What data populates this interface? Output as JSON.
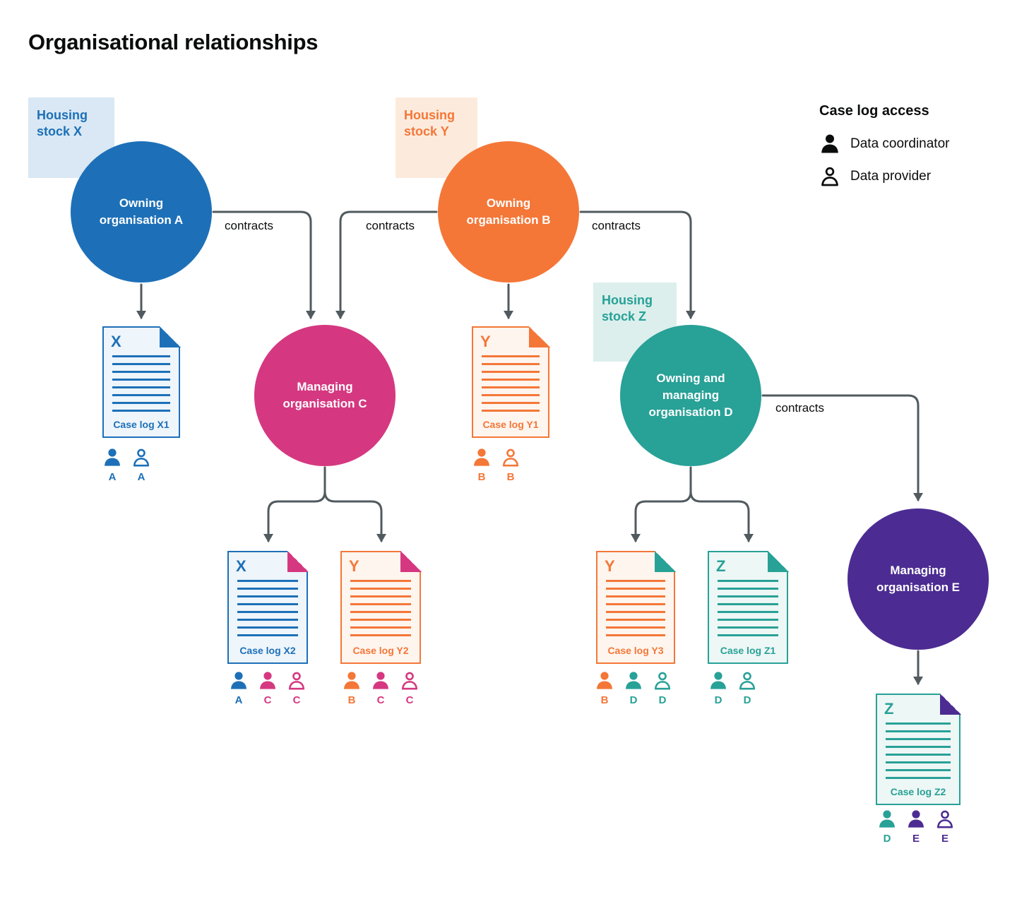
{
  "title": "Organisational relationships",
  "legend": {
    "title": "Case log access",
    "items": [
      {
        "icon": "person-filled",
        "label": "Data coordinator"
      },
      {
        "icon": "person-outline",
        "label": "Data provider"
      }
    ]
  },
  "labels": {
    "contracts": "contracts"
  },
  "colors": {
    "blue": "#1d70b8",
    "orange": "#f47738",
    "pink": "#d53880",
    "teal": "#28a197",
    "purple": "#4c2c92",
    "arrow": "#505a5f",
    "text": "#0b0c0c",
    "blue_light": "#d9e8f4",
    "orange_light": "#fcebdd",
    "teal_light": "#dcefec",
    "doc_blue_bg": "#eef5fb",
    "doc_orange_bg": "#fef5ee",
    "doc_teal_bg": "#edf7f5"
  },
  "housing_stocks": [
    {
      "label": "Housing stock X",
      "color_key": "blue"
    },
    {
      "label": "Housing stock Y",
      "color_key": "orange"
    },
    {
      "label": "Housing stock Z",
      "color_key": "teal"
    }
  ],
  "organisations": [
    {
      "id": "A",
      "label": "Owning organisation A",
      "color_key": "blue"
    },
    {
      "id": "B",
      "label": "Owning organisation B",
      "color_key": "orange"
    },
    {
      "id": "C",
      "label": "Managing organisation C",
      "color_key": "pink"
    },
    {
      "id": "D",
      "label": "Owning and managing organisation D",
      "color_key": "teal"
    },
    {
      "id": "E",
      "label": "Managing organisation E",
      "color_key": "purple"
    }
  ],
  "contracts": [
    {
      "from": "Owning organisation A",
      "to": "Managing organisation C"
    },
    {
      "from": "Owning organisation B",
      "to": "Managing organisation C"
    },
    {
      "from": "Owning organisation B",
      "to": "Owning and managing organisation D"
    },
    {
      "from": "Owning and managing organisation D",
      "to": "Managing organisation E"
    }
  ],
  "case_logs": [
    {
      "letter": "X",
      "label": "Case log X1",
      "color_key": "blue",
      "fold_key": "blue",
      "access": [
        {
          "role": "Data coordinator",
          "letter": "A",
          "color_key": "blue"
        },
        {
          "role": "Data provider",
          "letter": "A",
          "color_key": "blue"
        }
      ]
    },
    {
      "letter": "Y",
      "label": "Case log Y1",
      "color_key": "orange",
      "fold_key": "orange",
      "access": [
        {
          "role": "Data coordinator",
          "letter": "B",
          "color_key": "orange"
        },
        {
          "role": "Data provider",
          "letter": "B",
          "color_key": "orange"
        }
      ]
    },
    {
      "letter": "X",
      "label": "Case log X2",
      "color_key": "blue",
      "fold_key": "pink",
      "access": [
        {
          "role": "Data coordinator",
          "letter": "A",
          "color_key": "blue"
        },
        {
          "role": "Data coordinator",
          "letter": "C",
          "color_key": "pink"
        },
        {
          "role": "Data provider",
          "letter": "C",
          "color_key": "pink"
        }
      ]
    },
    {
      "letter": "Y",
      "label": "Case log Y2",
      "color_key": "orange",
      "fold_key": "pink",
      "access": [
        {
          "role": "Data coordinator",
          "letter": "B",
          "color_key": "orange"
        },
        {
          "role": "Data coordinator",
          "letter": "C",
          "color_key": "pink"
        },
        {
          "role": "Data provider",
          "letter": "C",
          "color_key": "pink"
        }
      ]
    },
    {
      "letter": "Y",
      "label": "Case log Y3",
      "color_key": "orange",
      "fold_key": "teal",
      "access": [
        {
          "role": "Data coordinator",
          "letter": "B",
          "color_key": "orange"
        },
        {
          "role": "Data coordinator",
          "letter": "D",
          "color_key": "teal"
        },
        {
          "role": "Data provider",
          "letter": "D",
          "color_key": "teal"
        }
      ]
    },
    {
      "letter": "Z",
      "label": "Case log Z1",
      "color_key": "teal",
      "fold_key": "teal",
      "access": [
        {
          "role": "Data coordinator",
          "letter": "D",
          "color_key": "teal"
        },
        {
          "role": "Data provider",
          "letter": "D",
          "color_key": "teal"
        }
      ]
    },
    {
      "letter": "Z",
      "label": "Case log Z2",
      "color_key": "teal",
      "fold_key": "purple",
      "access": [
        {
          "role": "Data coordinator",
          "letter": "D",
          "color_key": "teal"
        },
        {
          "role": "Data coordinator",
          "letter": "E",
          "color_key": "purple"
        },
        {
          "role": "Data provider",
          "letter": "E",
          "color_key": "purple"
        }
      ]
    }
  ]
}
